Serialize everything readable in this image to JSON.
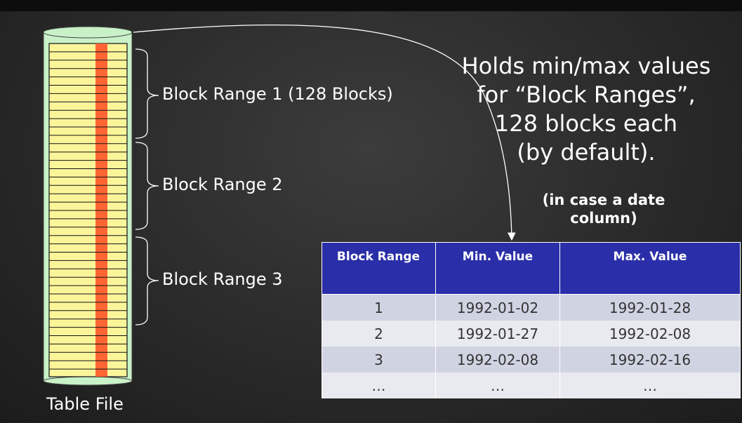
{
  "headline": [
    "Holds min/max values",
    "for “Block Ranges”,",
    "128 blocks each",
    "(by default)."
  ],
  "note": [
    "(in case a date",
    "column)"
  ],
  "range_labels": [
    "Block Range 1 (128 Blocks)",
    "Block Range 2",
    "Block Range 3"
  ],
  "table_file_label": "Table File",
  "table": {
    "headers": [
      "Block Range",
      "Min. Value",
      "Max. Value"
    ],
    "rows": [
      [
        "1",
        "1992-01-02",
        "1992-01-28"
      ],
      [
        "2",
        "1992-01-27",
        "1992-02-08"
      ],
      [
        "3",
        "1992-02-08",
        "1992-02-16"
      ],
      [
        "…",
        "…",
        "…"
      ]
    ]
  },
  "colors": {
    "cylinder_body": "#c8f1c8",
    "block_fill": "#fbf59a",
    "indexed_column": "#ff6633",
    "table_header": "#2a2ea8",
    "row_dark": "#d0d3e2",
    "row_light": "#e9eaf0"
  }
}
